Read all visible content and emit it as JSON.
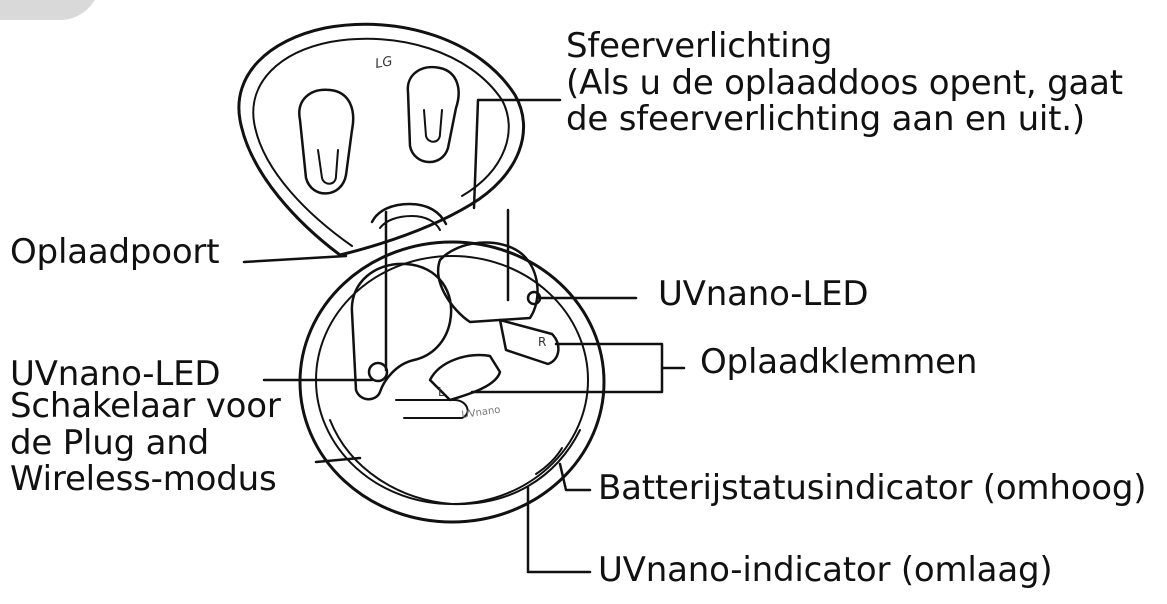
{
  "labels": {
    "ambient": {
      "title": "Sfeerverlichting",
      "line2": "(Als u de oplaaddoos opent, gaat",
      "line3": "de sfeerverlichting aan en uit.)"
    },
    "charging_port": "Oplaadpoort",
    "uvnano_led_right": "UVnano-LED",
    "charging_terminals": "Oplaadklemmen",
    "uvnano_led_left": "UVnano-LED",
    "switch": {
      "line1": "Schakelaar voor",
      "line2": "de Plug and",
      "line3": "Wireless-modus"
    },
    "battery_indicator": "Batterijstatusindicator (omhoog)",
    "uvnano_indicator": "UVnano-indicator (omlaag)"
  },
  "device": {
    "lid_logo": "LG",
    "bud_left_marker": "L",
    "bud_right_marker": "R",
    "case_embossing": "UVnano"
  }
}
